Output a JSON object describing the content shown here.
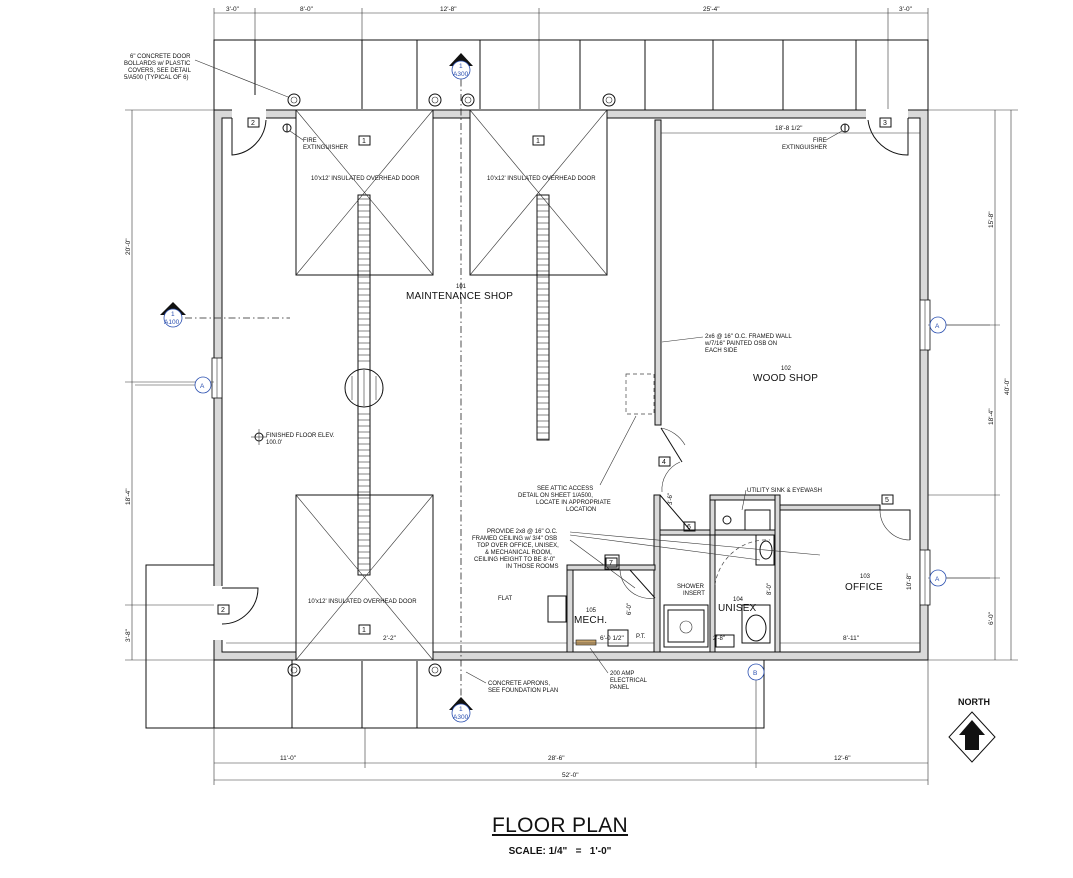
{
  "drawing": {
    "title": "FLOOR PLAN",
    "scale_label": "SCALE: 1/4\"",
    "scale_eq": "=",
    "scale_value": "1'-0\"",
    "north_label": "NORTH"
  },
  "rooms": {
    "maintenance_number": "101",
    "maintenance_name": "MAINTENANCE SHOP",
    "wood_number": "102",
    "wood_name": "WOOD SHOP",
    "office_number": "103",
    "office_name": "OFFICE",
    "unisex_number": "104",
    "unisex_name": "UNISEX",
    "mech_number": "105",
    "mech_name": "MECH."
  },
  "dimensions": {
    "top": [
      "3'-0\"",
      "8'-0\"",
      "12'-8\"",
      "25'-4\"",
      "3'-0\""
    ],
    "bottom_row1": [
      "11'-0\"",
      "28'-6\"",
      "12'-6\""
    ],
    "bottom_row2": "52'-0\"",
    "left": [
      "20'-0\"",
      "18'-4\"",
      "3'-8\""
    ],
    "right": [
      "15'-8\"",
      "18'-4\"",
      "10'-8\"",
      "6'-0\""
    ],
    "right_total": "40'-0\"",
    "wood_shop_width": "18'-8 1/2\"",
    "door_opening": "2'-2\"",
    "mech_width": "6'-0 1/2\"",
    "unisex_width": "8'-11\"",
    "unisex_small": "2'-8\"",
    "mech_depth": "6'-0\"",
    "unisex_depth": "8'-0\"",
    "corr_depth": "3'-6\""
  },
  "notes": {
    "bollards": [
      "6\" CONCRETE DOOR",
      "BOLLARDS w/ PLASTIC",
      "COVERS, SEE DETAIL",
      "5/A500 (TYPICAL OF 6)"
    ],
    "fire_left": [
      "FIRE",
      "EXTINGUISHER"
    ],
    "fire_right": [
      "FIRE",
      "EXTINGUISHER"
    ],
    "overhead_door": "10'x12' INSULATED OVERHEAD DOOR",
    "framed_wall": [
      "2x6 @ 16\" O.C. FRAMED WALL",
      "w/7/16\" PAINTED OSB ON",
      "EACH SIDE"
    ],
    "floor_elev": [
      "FINISHED FLOOR ELEV.",
      "100.0'"
    ],
    "attic": [
      "SEE ATTIC ACCESS",
      "DETAIL ON SHEET 1/A500,",
      "LOCATE IN APPROPRIATE",
      "LOCATION"
    ],
    "ceiling": [
      "PROVIDE 2x8 @ 16\" O.C.",
      "FRAMED CEILING w/ 3/4\" OSB",
      "TOP OVER OFFICE, UNISEX,",
      "& MECHANICAL ROOM,",
      "CEILING HEIGHT TO BE 8'-0\"",
      "IN THOSE ROOMS"
    ],
    "flat": "FLAT",
    "shower": [
      "SHOWER",
      "INSERT"
    ],
    "utility_sink": "UTILITY SINK & EYEWASH",
    "aprons": [
      "CONCRETE APRONS,",
      "SEE FOUNDATION PLAN"
    ],
    "panel": [
      "200 AMP",
      "ELECTRICAL",
      "PANEL"
    ],
    "pt": "P.T."
  },
  "tags": {
    "door_1": "1",
    "door_2": "2",
    "door_3": "3",
    "door_4": "4",
    "door_5": "5",
    "door_6": "6",
    "door_7": "7"
  },
  "bubbles": {
    "section_num": "1",
    "section_a300": "A300",
    "section_a100": "A100",
    "wall_a": "A",
    "wall_b": "B"
  },
  "colors": {
    "ink": "#111111",
    "bubble": "#2a4fb0",
    "wall_fill": "#d9d9d9"
  }
}
